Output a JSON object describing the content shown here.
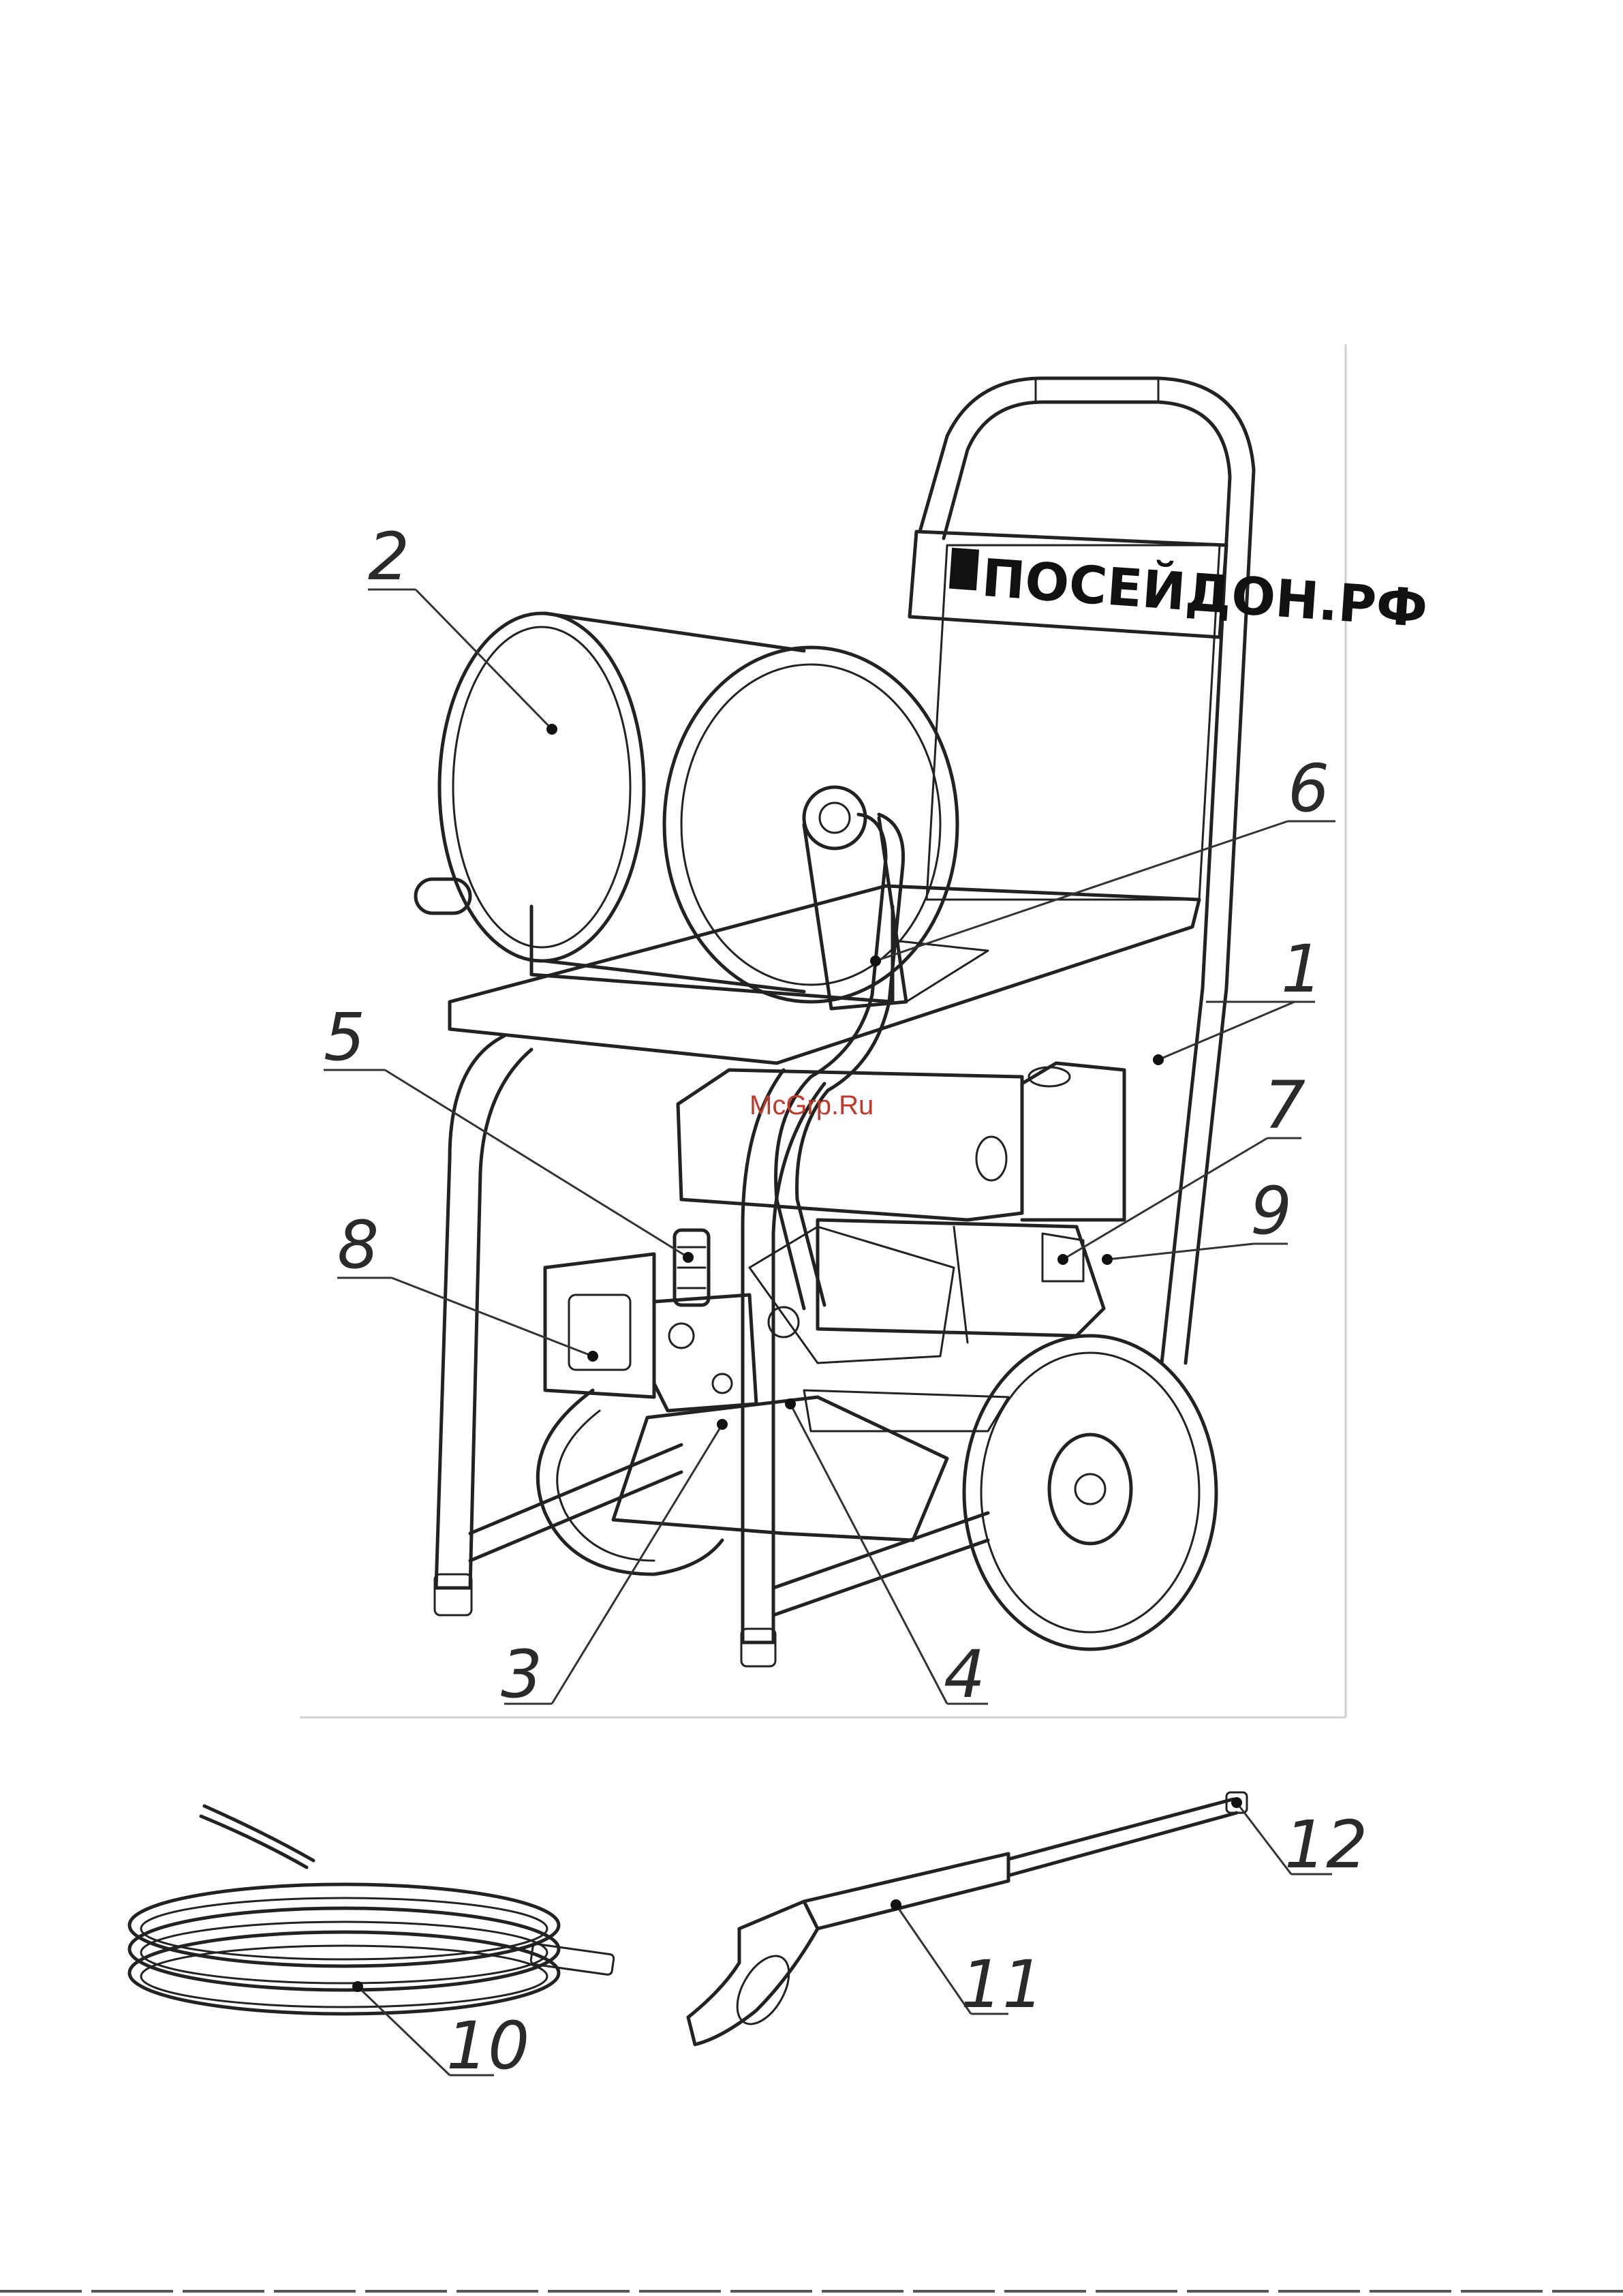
{
  "brand_plate": "ПОСЕЙДОН.РФ",
  "watermark": "McGrp.Ru",
  "watermark_color": "#c0392b",
  "ink_color": "#222222",
  "callouts": [
    "1",
    "2",
    "3",
    "4",
    "5",
    "6",
    "7",
    "8",
    "9",
    "10",
    "11",
    "12"
  ],
  "icons": {
    "brand_logo": "poseidon-logo-icon"
  }
}
